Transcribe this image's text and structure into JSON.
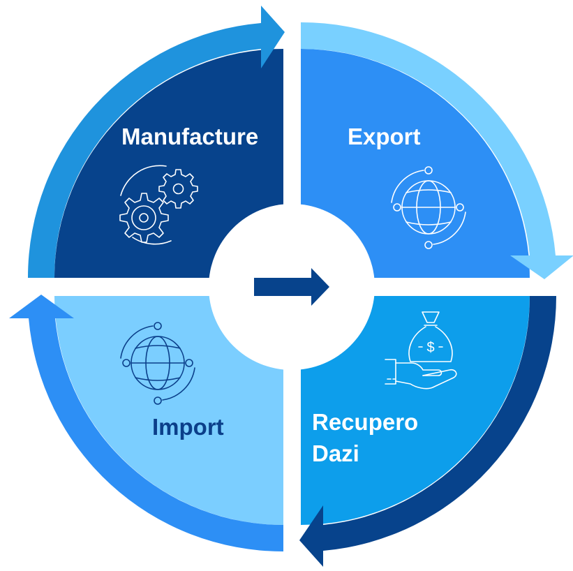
{
  "colors": {
    "manufacture_fill": "#07438C",
    "manufacture_arrow": "#1F93DD",
    "export_fill": "#2D8FF5",
    "export_arrow": "#79D0FF",
    "recupero_fill": "#0D9EEB",
    "recupero_arrow": "#07438C",
    "import_fill": "#7BCEFF",
    "import_arrow": "#2D8FF5",
    "center_arrow": "#07438C",
    "light_text": "#FFFFFF",
    "dark_text": "#0B3F8A"
  },
  "quadrants": {
    "manufacture": {
      "label": "Manufacture",
      "icon": "gears-icon"
    },
    "export": {
      "label": "Export",
      "icon": "globe-network-icon"
    },
    "recupero": {
      "label_line1": "Recupero",
      "label_line2": "Dazi",
      "icon": "money-bag-hand-icon"
    },
    "import": {
      "label": "Import",
      "icon": "globe-network-icon"
    }
  },
  "center": {
    "icon": "right-arrow-icon"
  }
}
